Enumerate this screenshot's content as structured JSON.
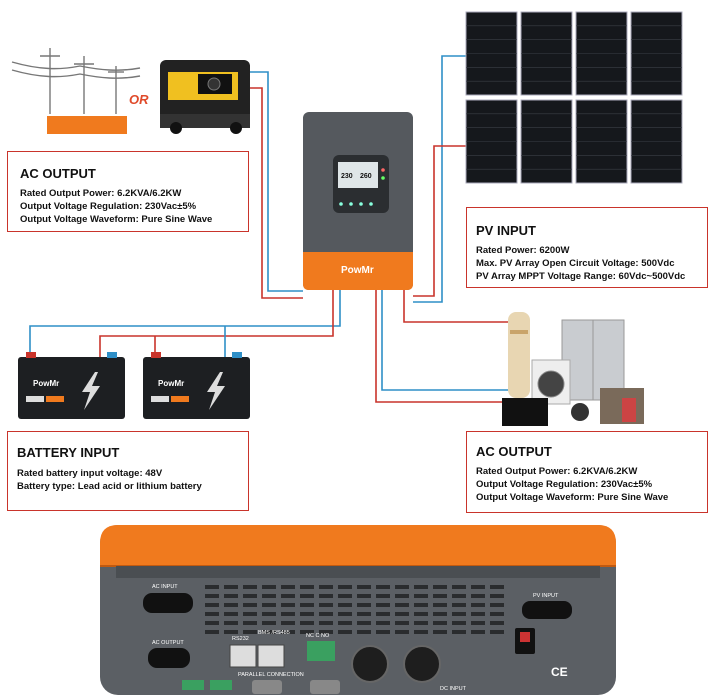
{
  "or_label": "OR",
  "inverter": {
    "brand": "PowMr",
    "display_left": "230",
    "display_right": "260"
  },
  "battery_brand": "PowMr",
  "ac_output_left": {
    "title": "AC OUTPUT",
    "lines": [
      "Rated Output Power: 6.2KVA/6.2KW",
      "Output Voltage Regulation: 230Vac±5%",
      "Output Voltage Waveform: Pure Sine Wave"
    ]
  },
  "pv_input": {
    "title": "PV INPUT",
    "lines": [
      "Rated Power: 6200W",
      "Max. PV Array Open Circuit Voltage: 500Vdc",
      "PV Array MPPT Voltage Range: 60Vdc~500Vdc"
    ]
  },
  "battery_input": {
    "title": "BATTERY INPUT",
    "lines": [
      "Rated battery input voltage: 48V",
      "Battery type: Lead acid or lithium battery"
    ]
  },
  "ac_output_right": {
    "title": "AC OUTPUT",
    "lines": [
      "Rated Output Power: 6.2KVA/6.2KW",
      "Output Voltage Regulation: 230Vac±5%",
      "Output Voltage Waveform: Pure Sine Wave"
    ]
  },
  "bottom_panel": {
    "ac_input": "AC INPUT",
    "ac_output": "AC OUTPUT",
    "rs232": "RS232",
    "bms": "BMS\n/RS485",
    "dry_contact": "NC C NO",
    "parallel": "PARALLEL CONNECTION",
    "pv_input": "PV INPUT",
    "dc_input": "DC INPUT",
    "ce": "CE"
  },
  "colors": {
    "accent_orange": "#f07a1e",
    "wire_red": "#c9342b",
    "wire_blue": "#2f8fc7",
    "inverter_gray": "#55595e"
  }
}
